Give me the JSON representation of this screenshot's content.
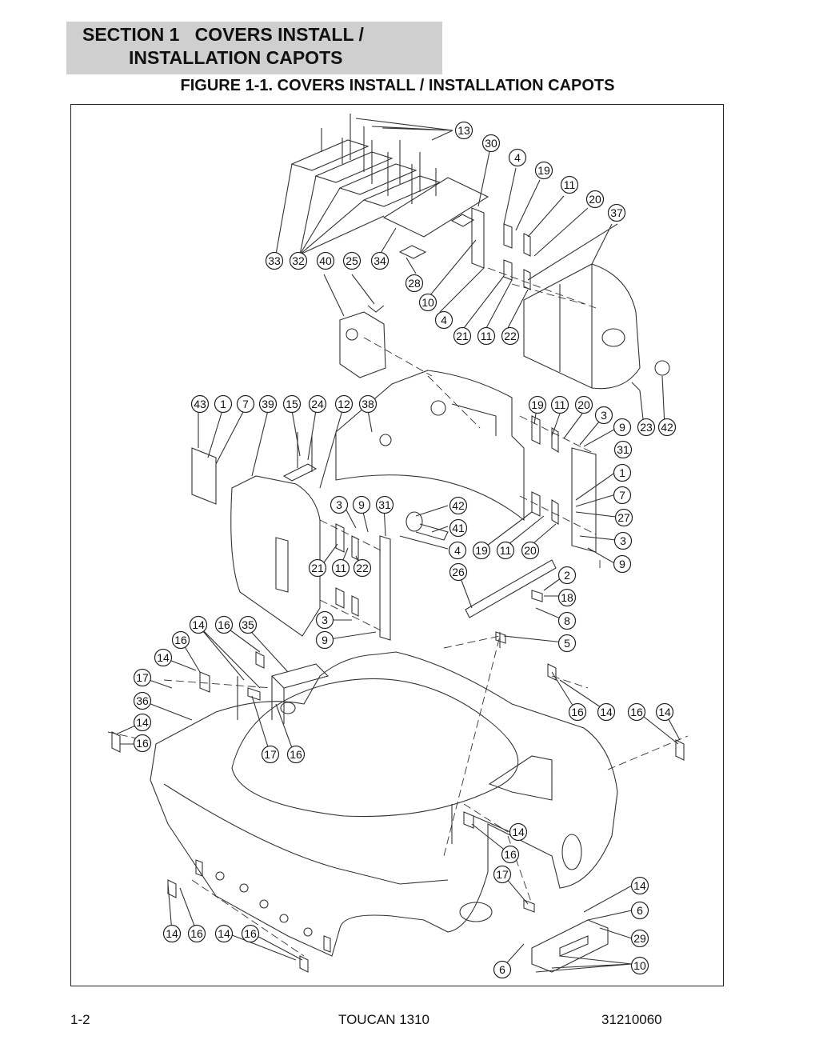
{
  "header": {
    "section_line1": "SECTION 1   COVERS INSTALL /",
    "section_line2": "INSTALLATION CAPOTS"
  },
  "figure": {
    "title": "FIGURE 1-1. COVERS INSTALL / INSTALLATION CAPOTS"
  },
  "callouts": [
    "13",
    "30",
    "4",
    "19",
    "11",
    "20",
    "37",
    "33",
    "32",
    "40",
    "25",
    "34",
    "28",
    "10",
    "4",
    "21",
    "11",
    "22",
    "43",
    "1",
    "7",
    "39",
    "15",
    "24",
    "12",
    "38",
    "19",
    "11",
    "20",
    "3",
    "9",
    "23",
    "42",
    "31",
    "1",
    "7",
    "27",
    "3",
    "9",
    "3",
    "9",
    "31",
    "42",
    "41",
    "4",
    "19",
    "11",
    "20",
    "21",
    "11",
    "22",
    "26",
    "2",
    "18",
    "8",
    "5",
    "3",
    "9",
    "14",
    "16",
    "35",
    "16",
    "14",
    "17",
    "36",
    "14",
    "16",
    "17",
    "16",
    "16",
    "14",
    "16",
    "14",
    "14",
    "16",
    "17",
    "14",
    "6",
    "29",
    "10",
    "6",
    "14",
    "16",
    "14",
    "16"
  ],
  "footer": {
    "page": "1-2",
    "model": "TOUCAN 1310",
    "doc_number": "31210060"
  }
}
